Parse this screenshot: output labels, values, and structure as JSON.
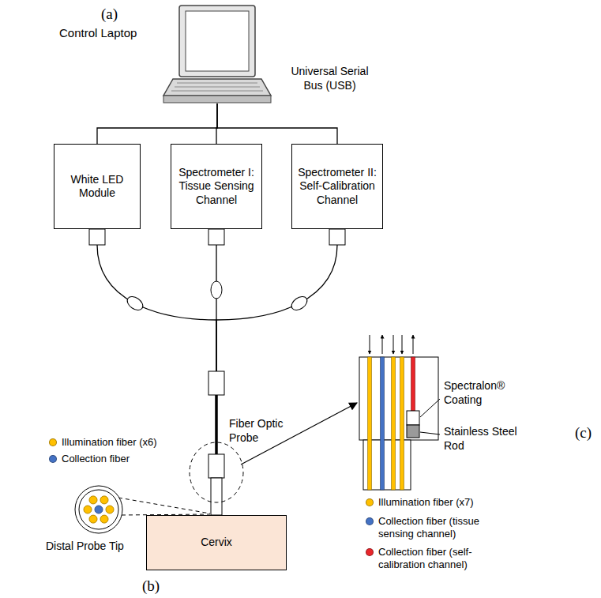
{
  "diagram": {
    "nodes": [
      {
        "text": [
          "Control Laptop"
        ]
      },
      {
        "text": [
          "White LED Module"
        ]
      },
      {
        "text": [
          "Spectrometer I: Tissue Sensing Channel"
        ]
      },
      {
        "text": [
          "Spectrometer II: Self-Calibration Channel"
        ]
      },
      {
        "text": [
          "Cervix"
        ]
      }
    ],
    "edges": [
      {
        "from": 0,
        "to": 1,
        "arrow": "none"
      },
      {
        "from": 0,
        "to": 2,
        "arrow": "none"
      },
      {
        "from": 0,
        "to": 3,
        "arrow": "none"
      },
      {
        "from": 1,
        "to": 4,
        "arrow": "none"
      },
      {
        "from": 2,
        "to": 4,
        "arrow": "none"
      },
      {
        "from": 3,
        "to": 4,
        "arrow": "none"
      }
    ],
    "labels": [
      "(a)",
      "Universal Serial Bus (USB)",
      "Fiber Optic Probe",
      "Distal Probe Tip",
      "(b)",
      "Spectralon® Coating",
      "Stainless Steel Rod",
      "(c)"
    ],
    "legend": [
      {
        "text": "Illumination fiber (x6)",
        "color": "#FFC000"
      },
      {
        "text": "Collection fiber",
        "color": "#4472C4"
      },
      {
        "text": "Illumination fiber (x7)",
        "color": "#FFC000"
      },
      {
        "text": "Collection fiber (tissue sensing channel)",
        "color": "#4472C4"
      },
      {
        "text": "Collection fiber (self-calibration channel)",
        "color": "#E8262B"
      }
    ]
  }
}
